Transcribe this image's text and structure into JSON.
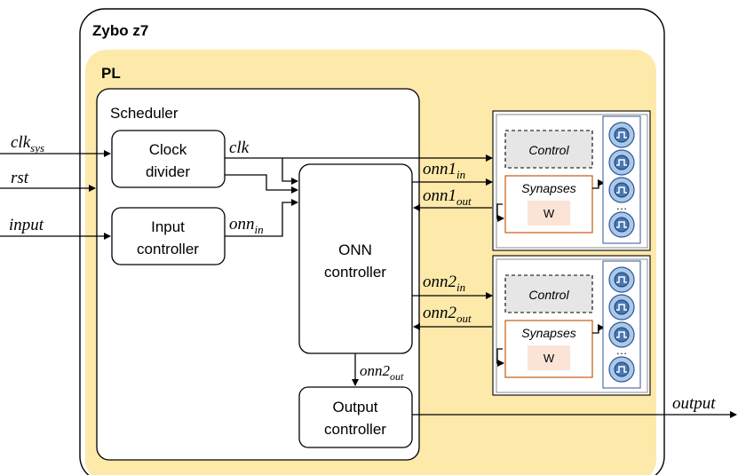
{
  "board": {
    "title": "Zybo z7"
  },
  "pl": {
    "title": "PL"
  },
  "scheduler": {
    "title": "Scheduler"
  },
  "clock_divider": {
    "line1": "Clock",
    "line2": "divider"
  },
  "input_controller": {
    "line1": "Input",
    "line2": "controller"
  },
  "onn_controller": {
    "line1": "ONN",
    "line2": "controller"
  },
  "output_controller": {
    "line1": "Output",
    "line2": "controller"
  },
  "signals": {
    "clk_sys": {
      "base": "clk",
      "sub": "sys"
    },
    "rst": "rst",
    "input": "input",
    "clk": "clk",
    "onn_in": {
      "base": "onn",
      "sub": "in"
    },
    "onn1_in": {
      "base": "onn1",
      "sub": "in"
    },
    "onn1_out": {
      "base": "onn1",
      "sub": "out"
    },
    "onn2_in": {
      "base": "onn2",
      "sub": "in"
    },
    "onn2_out_top": {
      "base": "onn2",
      "sub": "out"
    },
    "onn2_out_bottom": {
      "base": "onn2",
      "sub": "out"
    },
    "output": "output"
  },
  "onn1": {
    "control": "Control",
    "synapses": "Synapses",
    "weight": "W",
    "ellipsis": "…"
  },
  "onn2": {
    "control": "Control",
    "synapses": "Synapses",
    "weight": "W",
    "ellipsis": "…"
  },
  "colors": {
    "pl_fill": "#fde9a9",
    "control_fill": "#e6e6e6",
    "synapse_border": "#c55a11",
    "weight_fill": "#fbe3d6",
    "neuron_column": "#8faadc"
  }
}
